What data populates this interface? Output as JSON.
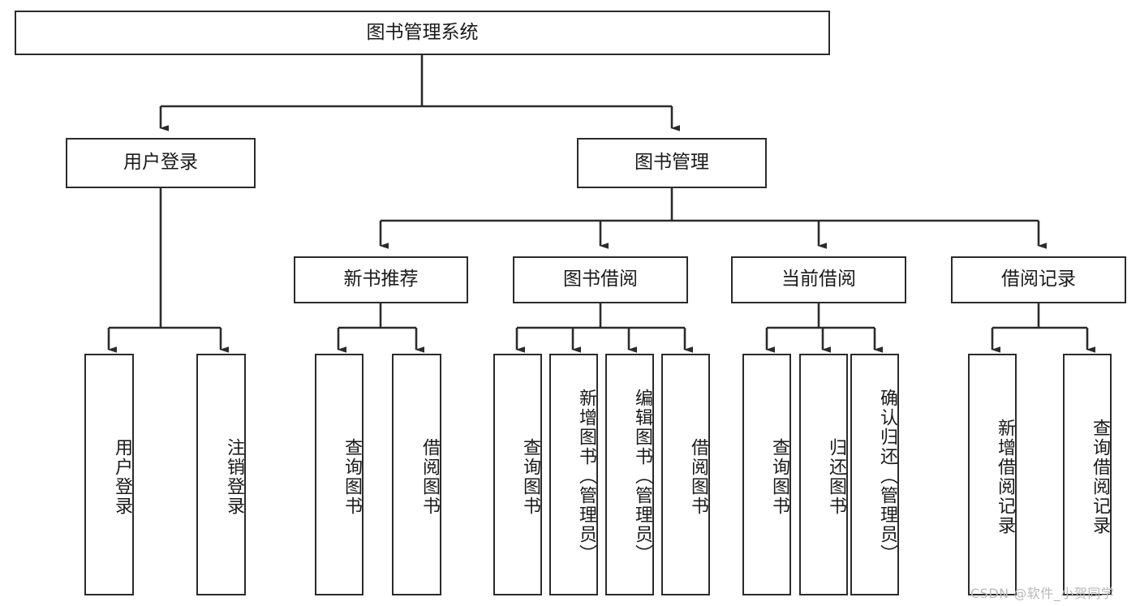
{
  "diagram": {
    "title": "图书管理系统",
    "type": "tree-hierarchy-functional-structure",
    "watermark": "CSDN @软件_小贺同学",
    "colors": {
      "box_border": "#2b2b2b",
      "box_fill": "#ffffff",
      "connector": "#2b2b2b",
      "text": "#1a1a1a",
      "watermark": "#b9b9b9"
    },
    "root": {
      "label": "图书管理系统"
    },
    "level2": [
      {
        "label": "用户登录"
      },
      {
        "label": "图书管理"
      }
    ],
    "level3": [
      {
        "label": "新书推荐"
      },
      {
        "label": "图书借阅"
      },
      {
        "label": "当前借阅"
      },
      {
        "label": "借阅记录"
      }
    ],
    "leaves": {
      "user_login": [
        {
          "label": "用户登录"
        },
        {
          "label": "注销登录"
        }
      ],
      "new_book_recommend": [
        {
          "label": "查询图书"
        },
        {
          "label": "借阅图书"
        }
      ],
      "book_borrow": [
        {
          "label": "查询图书"
        },
        {
          "label": "新增图书（管理员）"
        },
        {
          "label": "编辑图书（管理员）"
        },
        {
          "label": "借阅图书"
        }
      ],
      "current_borrow": [
        {
          "label": "查询图书"
        },
        {
          "label": "归还图书"
        },
        {
          "label": "确认归还（管理员）"
        }
      ],
      "borrow_records": [
        {
          "label": "新增借阅记录"
        },
        {
          "label": "查询借阅记录"
        }
      ]
    }
  }
}
